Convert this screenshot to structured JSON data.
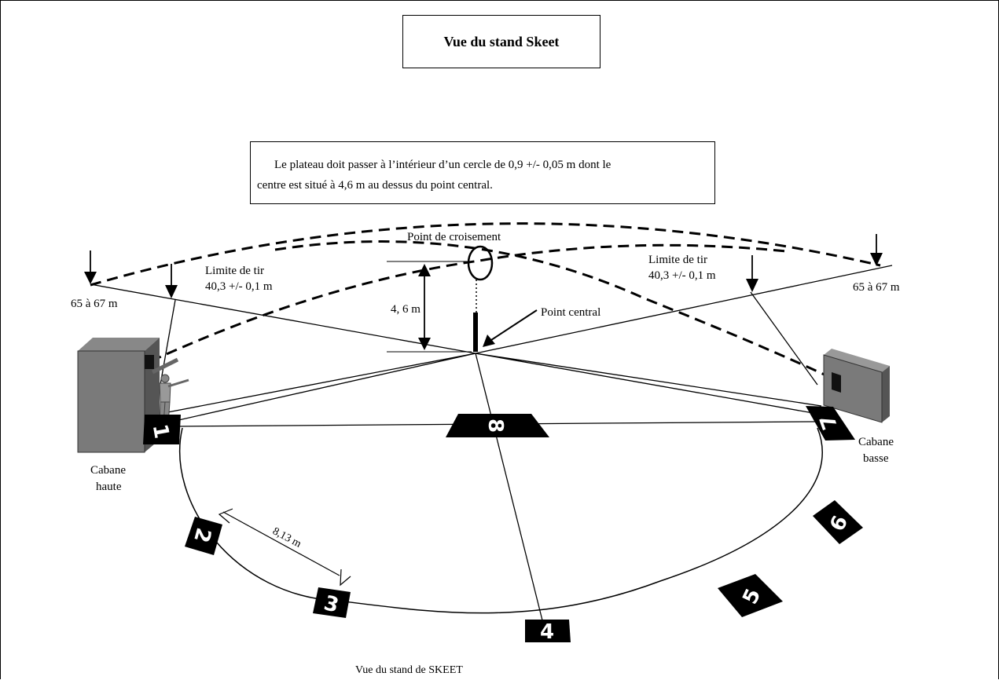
{
  "title": "Vue du stand Skeet",
  "note_line1": "Le plateau doit passer à l’intérieur d’un cercle de 0,9 +/- 0,05 m dont le",
  "note_line2": "centre est situé à 4,6 m au dessus du point central.",
  "labels": {
    "crossing_point": "Point de croisement",
    "firing_limit": "Limite de tir",
    "firing_limit_value": "40,3 +/- 0,1 m",
    "distance_range": "65 à 67 m",
    "height": "4, 6 m",
    "center_point": "Point central",
    "high_house_line1": "Cabane",
    "high_house_line2": "haute",
    "low_house_line1": "Cabane",
    "low_house_line2": "basse",
    "station_spacing": "8,13 m",
    "caption": "Vue du stand de SKEET"
  },
  "stations": [
    "1",
    "2",
    "3",
    "4",
    "5",
    "6",
    "7",
    "8"
  ]
}
